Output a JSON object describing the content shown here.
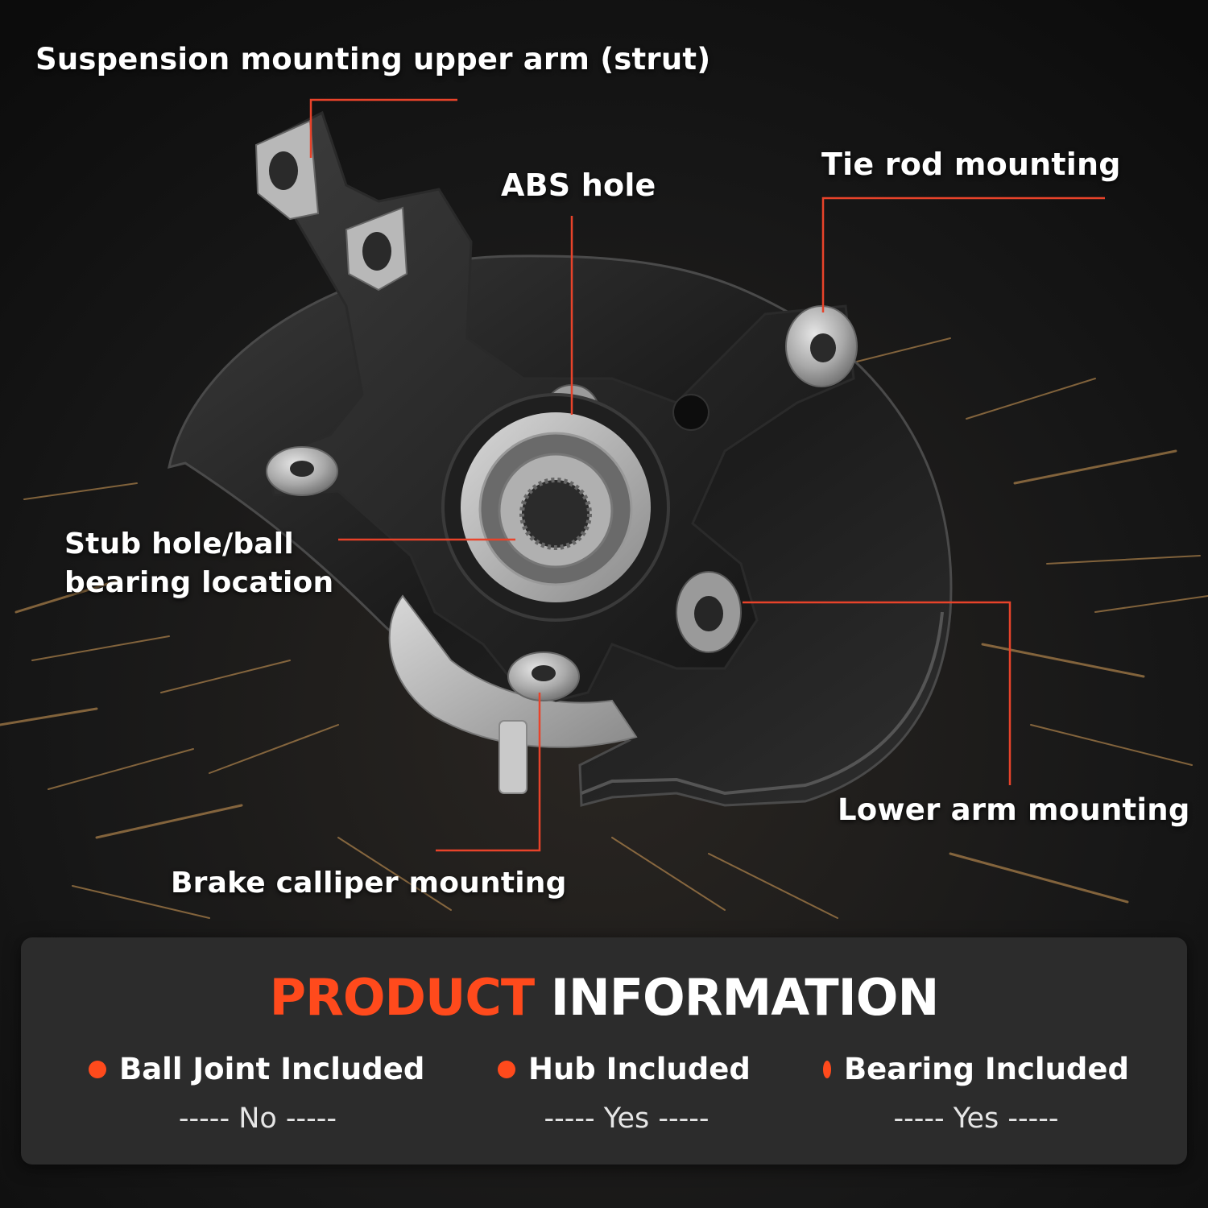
{
  "callouts": {
    "strut": "Suspension mounting upper arm (strut)",
    "abs": "ABS hole",
    "tie_rod": "Tie rod mounting",
    "stub": "Stub hole/ball bearing location",
    "lower_arm": "Lower arm mounting",
    "brake": "Brake calliper mounting"
  },
  "panel": {
    "title_highlight": "PRODUCT",
    "title_rest": "INFORMATION",
    "items": [
      {
        "label": "Ball Joint Included",
        "value": "----- No -----"
      },
      {
        "label": "Hub Included",
        "value": "----- Yes -----"
      },
      {
        "label": "Bearing Included",
        "value": "----- Yes -----"
      }
    ]
  },
  "colors": {
    "accent": "#ff4a1c",
    "background": "#141414",
    "panel": "#2c2c2c",
    "leader_line": "#e8432a"
  }
}
